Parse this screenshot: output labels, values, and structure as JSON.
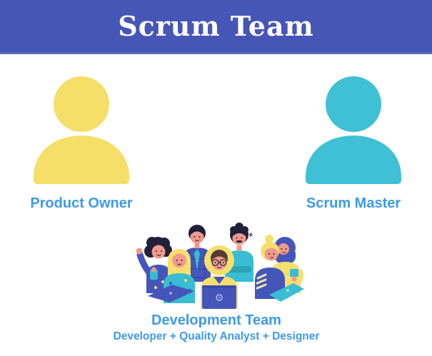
{
  "header": {
    "title": "Scrum Team",
    "bg_color": "#4656b6",
    "edge_color": "#5b6fae",
    "text_color": "#ffffff"
  },
  "roles": {
    "product_owner": {
      "label": "Product Owner",
      "icon": "person-icon",
      "icon_color": "#f5df69"
    },
    "scrum_master": {
      "label": "Scrum Master",
      "icon": "person-icon",
      "icon_color": "#3fc0d4"
    },
    "development_team": {
      "label": "Development Team",
      "sublabel": "Developer + Quality Analyst + Designer",
      "icon": "team-illustration",
      "members_count": 7
    }
  },
  "colors": {
    "background": "#ffffff",
    "label_blue": "#3d9ae8",
    "illustration_blue": "#4456ba",
    "illustration_teal": "#38bdd2",
    "illustration_yellow": "#f5df6e",
    "illustration_skin": "#f09a8c",
    "illustration_hair": "#20203a"
  }
}
